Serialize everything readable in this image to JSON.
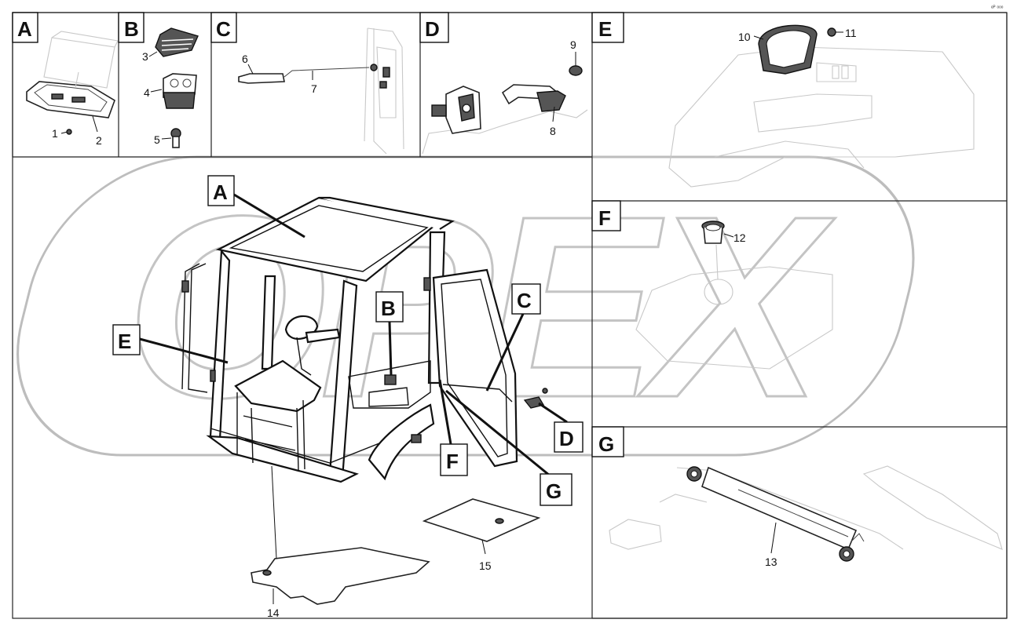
{
  "corner_code": "ᵉᴾ ᵒᵒᵒ",
  "watermark": "OPEX",
  "panels": {
    "a": {
      "tag": "A"
    },
    "b": {
      "tag": "B"
    },
    "c": {
      "tag": "C"
    },
    "d": {
      "tag": "D"
    },
    "e": {
      "tag": "E"
    },
    "f": {
      "tag": "F"
    },
    "g": {
      "tag": "G"
    }
  },
  "main_callouts": {
    "a": "A",
    "b": "B",
    "c": "C",
    "d": "D",
    "e": "E",
    "f": "F",
    "g": "G"
  },
  "parts": {
    "p1": "1",
    "p2": "2",
    "p3": "3",
    "p4": "4",
    "p5": "5",
    "p6": "6",
    "p7": "7",
    "p8": "8",
    "p9": "9",
    "p10": "10",
    "p11": "11",
    "p12": "12",
    "p13": "13",
    "p14": "14",
    "p15": "15"
  }
}
